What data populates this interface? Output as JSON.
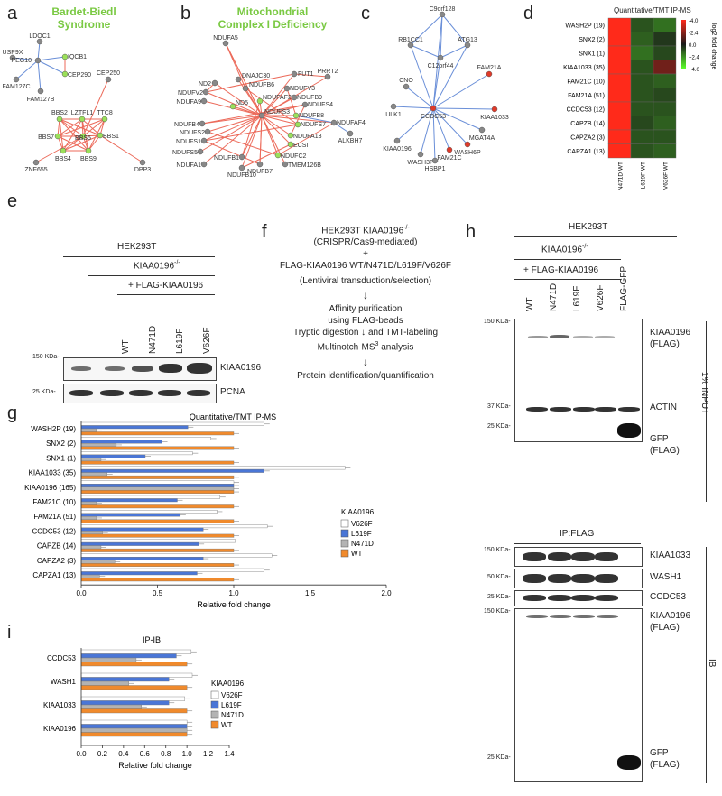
{
  "panels": {
    "a": {
      "label": "a",
      "title": "Bardet-Biedl\nSyndrome",
      "nodes": [
        "LDOC1",
        "USP9X",
        "PEG10",
        "IQCB1",
        "CEP290",
        "FAM127C",
        "FAM127B",
        "CEP250",
        "BBS2",
        "LZTFL1",
        "TTC8",
        "BBS7",
        "BBS5",
        "BBS1",
        "BBS4",
        "BBS9",
        "ZNF655",
        "DPP3"
      ]
    },
    "b": {
      "label": "b",
      "title": "Mitochondrial\nComplex I Deficiency",
      "nodes": [
        "NDUFA5",
        "FUT1",
        "PRRT2",
        "ND2",
        "DNAJC30",
        "NDUFB6",
        "NDUFV3",
        "NDUFB9",
        "NDUFV2",
        "NDUFS4",
        "NDUFA9",
        "NDUFB8",
        "NDUFS7",
        "NDUFAF4",
        "NDUFB4",
        "NDUFS2",
        "NDUFA13",
        "NDUFS1",
        "ECSIT",
        "NDUFS5",
        "NDUFC2",
        "NDUFB1",
        "NDUFA1",
        "NDUFB10",
        "NDUFB7",
        "TMEM126B",
        "ALKBH7",
        "ND5",
        "NDUFAF2",
        "NDUFS3"
      ]
    },
    "c": {
      "label": "c",
      "nodes": [
        "C9orf128",
        "RB1CC1",
        "ATG13",
        "C12orf44",
        "CNO",
        "FAM21A",
        "ULK1",
        "CCDC53",
        "KIAA1033",
        "MGAT4A",
        "KIAA0196",
        "WASH3P",
        "WASH6P",
        "FAM21C",
        "HSBP1"
      ]
    },
    "d": {
      "label": "d",
      "title": "Quantitative/TMT IP-MS",
      "rows": [
        "WASH2P (19)",
        "SNX2 (2)",
        "SNX1 (1)",
        "KIAA1033 (35)",
        "FAM21C (10)",
        "FAM21A (51)",
        "CCDC53 (12)",
        "CAPZB (14)",
        "CAPZA2 (3)",
        "CAPZA1 (13)"
      ],
      "cols": [
        "N471D WT",
        "L619F WT",
        "V626F WT"
      ],
      "values": [
        [
          4.0,
          -1.0,
          -1.5
        ],
        [
          4.0,
          -1.2,
          -0.5
        ],
        [
          4.0,
          -1.5,
          -0.8
        ],
        [
          4.0,
          -1.0,
          1.5
        ],
        [
          4.0,
          -1.0,
          -1.2
        ],
        [
          4.0,
          -1.0,
          -0.8
        ],
        [
          4.0,
          -1.0,
          -1.0
        ],
        [
          4.0,
          -0.8,
          -1.2
        ],
        [
          4.0,
          -1.0,
          -1.0
        ],
        [
          4.0,
          -1.0,
          -1.2
        ]
      ],
      "scale_label": "log2 fold change",
      "scale_ticks": [
        "-4.0",
        "-2.4",
        "0.0",
        "+2.4",
        "+4.0"
      ],
      "colors": {
        "high": "#ff2a1a",
        "mid": "#1a1a1a",
        "low": "#5bff2a"
      }
    },
    "e": {
      "label": "e",
      "cell": "HEK293T",
      "ko": "KIAA0196",
      "ko_sup": "-/-",
      "rescue": "+ FLAG-KIAA0196",
      "lanes": [
        "WT",
        "N471D",
        "L619F",
        "V626F"
      ],
      "markers": [
        "150 KDa-",
        "25 KDa-"
      ],
      "blots": [
        "KIAA0196",
        "PCNA"
      ]
    },
    "f": {
      "label": "f",
      "steps": [
        "HEK293T KIAA0196",
        "(CRISPR/Cas9-mediated)",
        "+",
        "FLAG-KIAA0196 WT/N471D/L619F/V626F",
        "(Lentiviral transduction/selection)",
        "Affinity purification",
        "using FLAG-beads",
        "Tryptic digestion",
        "and TMT-labeling",
        "Multinotch-MS",
        "analysis",
        "Protein identification/quantification"
      ],
      "sup1": "-/-",
      "sup2": "3"
    },
    "g": {
      "label": "g"
    },
    "h": {
      "label": "h",
      "cell": "HEK293T",
      "ko": "KIAA0196",
      "ko_sup": "-/-",
      "rescue": "+ FLAG-KIAA0196",
      "lanes": [
        "WT",
        "N471D",
        "L619F",
        "V626F",
        "FLAG-GFP"
      ],
      "input_markers": [
        "150 KDa-",
        "37 KDa-",
        "25 KDa-"
      ],
      "input_labels": [
        "KIAA0196\n(FLAG)",
        "ACTIN",
        "GFP\n(FLAG)"
      ],
      "input_side": "1% INPUT",
      "ip_title": "IP:FLAG",
      "ip_markers": [
        "150 KDa-",
        "50 KDa-",
        "25 KDa-",
        "150 KDa-",
        "25 KDa-"
      ],
      "ip_labels": [
        "KIAA1033",
        "WASH1",
        "CCDC53",
        "KIAA0196\n(FLAG)",
        "GFP\n(FLAG)"
      ],
      "ip_side": "IB"
    },
    "i": {
      "label": "i"
    }
  },
  "chart_data": [
    {
      "type": "bar",
      "title": "Quantitative/TMT IP-MS",
      "xlabel": "Relative fold change",
      "xlim": [
        0,
        2.0
      ],
      "xticks": [
        "0.0",
        "0.5",
        "1.0",
        "1.5",
        "2.0"
      ],
      "orientation": "horizontal",
      "legend_title": "KIAA0196",
      "categories": [
        "WASH2P (19)",
        "SNX2 (2)",
        "SNX1 (1)",
        "KIAA1033 (35)",
        "KIAA0196 (165)",
        "FAM21C (10)",
        "FAM21A (51)",
        "CCDC53 (12)",
        "CAPZB (14)",
        "CAPZA2 (3)",
        "CAPZA1 (13)"
      ],
      "series": [
        {
          "name": "V626F",
          "color": "#ffffff",
          "values": [
            1.2,
            0.85,
            0.73,
            1.73,
            1.0,
            0.91,
            0.89,
            1.22,
            1.01,
            1.25,
            1.2
          ]
        },
        {
          "name": "L619F",
          "color": "#4a76d6",
          "values": [
            0.7,
            0.53,
            0.42,
            1.2,
            1.0,
            0.63,
            0.65,
            0.8,
            0.77,
            0.8,
            0.76
          ]
        },
        {
          "name": "N471D",
          "color": "#b3b3b3",
          "values": [
            0.1,
            0.23,
            0.13,
            0.17,
            1.0,
            0.1,
            0.1,
            0.14,
            0.13,
            0.22,
            0.12
          ]
        },
        {
          "name": "WT",
          "color": "#f08a2c",
          "values": [
            1.0,
            1.0,
            1.0,
            1.0,
            1.0,
            1.0,
            1.0,
            1.0,
            1.0,
            1.0,
            1.0
          ]
        }
      ]
    },
    {
      "type": "bar",
      "title": "IP-IB",
      "xlabel": "Relative fold change",
      "xlim": [
        0,
        1.4
      ],
      "xticks": [
        "0.0",
        "0.2",
        "0.4",
        "0.6",
        "0.8",
        "1.0",
        "1.2",
        "1.4"
      ],
      "orientation": "horizontal",
      "legend_title": "KIAA0196",
      "categories": [
        "CCDC53",
        "WASH1",
        "KIAA1033",
        "KIAA0196"
      ],
      "series": [
        {
          "name": "V626F",
          "color": "#ffffff",
          "values": [
            1.04,
            1.05,
            0.98,
            1.0
          ]
        },
        {
          "name": "L619F",
          "color": "#4a76d6",
          "values": [
            0.9,
            0.83,
            0.83,
            1.0
          ]
        },
        {
          "name": "N471D",
          "color": "#b3b3b3",
          "values": [
            0.52,
            0.45,
            0.57,
            1.0
          ]
        },
        {
          "name": "WT",
          "color": "#f08a2c",
          "values": [
            1.0,
            1.0,
            1.0,
            1.0
          ]
        }
      ]
    }
  ]
}
